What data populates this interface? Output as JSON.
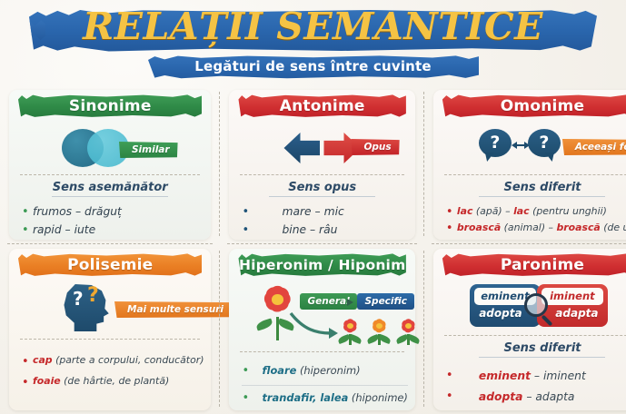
{
  "header": {
    "title_cap": "R",
    "title": "RELAȚII SEMANTICE",
    "title_part1": "R",
    "title_part2": "ELAȚII ",
    "title_part3": "S",
    "title_part4": "EMANTICE",
    "subtitle": "Legături de sens între cuvinte",
    "banner_color": "#2a66ad",
    "title_color": "#f5c344"
  },
  "cards": [
    {
      "id": "sinonime",
      "title": "Sinonime",
      "accent": "#2f8a47",
      "accent_name": "green",
      "badge": "Similar",
      "badge_color": "#2c8443",
      "visual": "venn-diagram",
      "subhead": "Sens asemănător",
      "items": [
        {
          "text": "frumos – drăguț"
        },
        {
          "text": "rapid – iute"
        }
      ]
    },
    {
      "id": "antonime",
      "title": "Antonime",
      "accent": "#d02f31",
      "accent_name": "red",
      "badge": "Opus",
      "badge_color": "#c32328",
      "visual": "opposing-arrows",
      "subhead": "Sens opus",
      "items": [
        {
          "text": "mare – mic"
        },
        {
          "text": "bine – râu"
        }
      ]
    },
    {
      "id": "omonime",
      "title": "Omonime",
      "accent": "#d02f31",
      "accent_name": "red",
      "badge": "Aceeași formă",
      "badge_color": "#e2761d",
      "visual": "speech-bubbles",
      "bubble_symbol": "?",
      "subhead": "Sens diferit",
      "items": [
        {
          "key1": "lac",
          "paren1": "(apă)",
          "dash": "–",
          "key2": "lac",
          "paren2": "(pentru unghii)"
        },
        {
          "key1": "broască",
          "paren1": "(animal)",
          "dash": "–",
          "key2": "broască",
          "paren2": "(de ușă)"
        }
      ]
    },
    {
      "id": "polisemie",
      "title": "Polisemie",
      "accent": "#ea7f24",
      "accent_name": "orange",
      "badge": "Mai multe sensuri",
      "badge_color": "#e2761d",
      "visual": "head-silhouette",
      "q_white": "?",
      "q_yellow": "?",
      "subhead": "",
      "items": [
        {
          "key": "cap",
          "paren": "(parte a corpului, conducător)"
        },
        {
          "key": "foaie",
          "paren": "(de hârtie, de plantă)"
        }
      ]
    },
    {
      "id": "hiperonim-hiponim",
      "title": "Hiperonim / Hiponim",
      "accent": "#2f8a47",
      "accent_name": "green",
      "tag_general": "General",
      "tag_specific": "Specific",
      "visual": "flowers-general-specific",
      "subhead": "",
      "items": [
        {
          "key": "floare",
          "paren": "(hiperonim)"
        },
        {
          "key": "trandafir, lalea",
          "paren": "(hiponime)"
        }
      ]
    },
    {
      "id": "paronime",
      "title": "Paronime",
      "accent": "#d02f31",
      "accent_name": "red",
      "visual": "compare-boxes-magnifier",
      "box_blue_top": "eminent",
      "box_blue_bottom": "adopta",
      "box_red_top": "iminent",
      "box_red_bottom": "adapta",
      "subhead": "Sens diferit",
      "items": [
        {
          "key": "eminent",
          "rest": "– iminent"
        },
        {
          "key": "adopta",
          "rest": "– adapta"
        }
      ]
    }
  ]
}
